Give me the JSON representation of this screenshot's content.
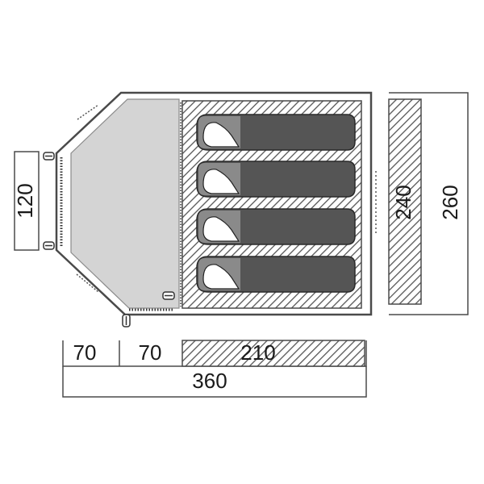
{
  "dimensions": {
    "entrance_width": "120",
    "vestibule_depth_1": "70",
    "vestibule_depth_2": "70",
    "bedroom_length": "210",
    "total_length": "360",
    "bedroom_width": "240",
    "total_width": "260"
  },
  "sleeping_places": 4,
  "colors": {
    "outline": "#4a4a4a",
    "vestibule_fill": "#d4d4d4",
    "sleeping_bag": "#555555",
    "hatch": "#555555",
    "text": "#1a1a1a"
  }
}
